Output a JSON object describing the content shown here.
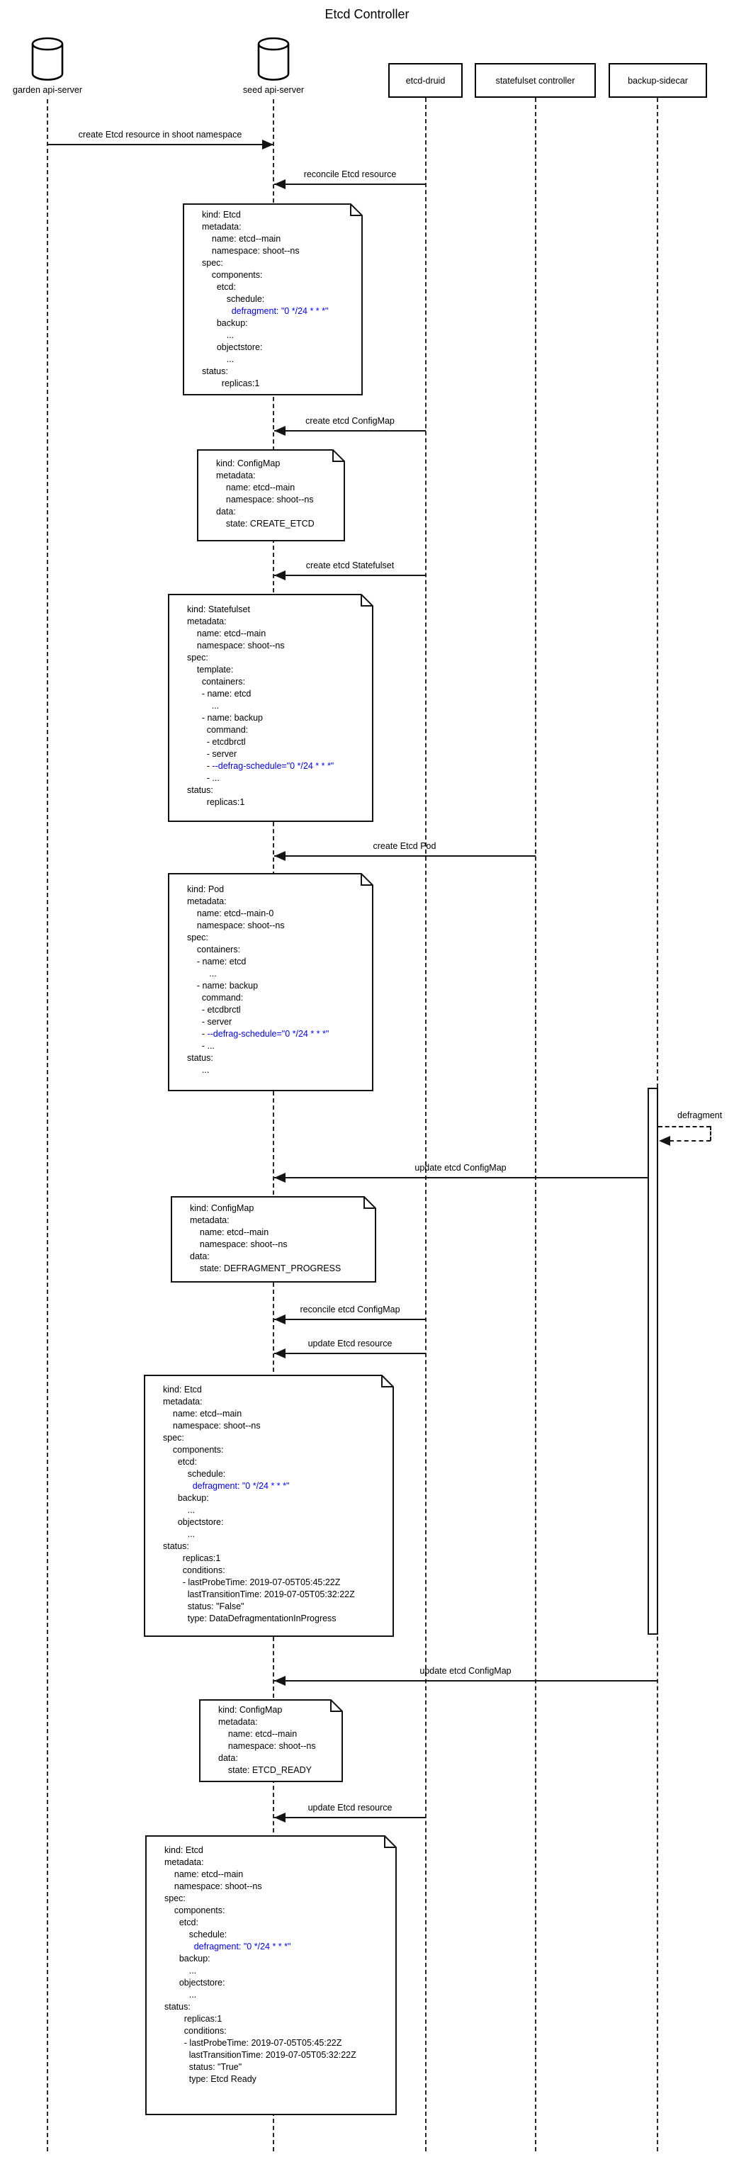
{
  "title": "Etcd Controller",
  "colors": {
    "blue": "#0000FF",
    "stroke": "#141414",
    "background": "#FFFFFF"
  },
  "actors": [
    {
      "id": "garden-api-server",
      "label": "garden api-server",
      "type": "database"
    },
    {
      "id": "seed-api-server",
      "label": "seed api-server",
      "type": "database"
    },
    {
      "id": "etcd-druid",
      "label": "etcd-druid",
      "type": "participant"
    },
    {
      "id": "statefulset-controller",
      "label": "statefulset controller",
      "type": "participant"
    },
    {
      "id": "backup-sidecar",
      "label": "backup-sidecar",
      "type": "participant"
    }
  ],
  "messages": [
    {
      "label": "create Etcd resource in shoot namespace",
      "from": "garden api-server",
      "to": "seed api-server",
      "style": "solid"
    },
    {
      "label": "reconcile Etcd resource",
      "from": "etcd-druid",
      "to": "seed api-server",
      "style": "solid"
    },
    {
      "label": "create etcd ConfigMap",
      "from": "etcd-druid",
      "to": "seed api-server",
      "style": "solid"
    },
    {
      "label": "create etcd Statefulset",
      "from": "etcd-druid",
      "to": "seed api-server",
      "style": "solid"
    },
    {
      "label": "create Etcd Pod",
      "from": "statefulset controller",
      "to": "seed api-server",
      "style": "solid"
    },
    {
      "label": "defragment",
      "from": "backup-sidecar",
      "to": "backup-sidecar",
      "style": "dashed"
    },
    {
      "label": "update etcd ConfigMap",
      "from": "backup-sidecar",
      "to": "seed api-server",
      "style": "solid"
    },
    {
      "label": "reconcile etcd ConfigMap",
      "from": "etcd-druid",
      "to": "seed api-server",
      "style": "solid"
    },
    {
      "label": "update Etcd resource",
      "from": "etcd-druid",
      "to": "seed api-server",
      "style": "solid"
    },
    {
      "label": "update etcd ConfigMap",
      "from": "backup-sidecar",
      "to": "seed api-server",
      "style": "solid"
    },
    {
      "label": "update Etcd resource",
      "from": "etcd-druid",
      "to": "seed api-server",
      "style": "solid"
    }
  ],
  "notes": {
    "etcd_created": {
      "lines": [
        "kind: Etcd",
        "metadata:",
        "    name: etcd--main",
        "    namespace: shoot--ns",
        "spec:",
        "    components:",
        "      etcd:",
        "          schedule:",
        {
          "pre": "            ",
          "blue": "defragment: \"0 */24 * * *\""
        },
        "      backup:",
        "          ...",
        "      objectstore:",
        "          ...",
        "status:",
        "        replicas:1"
      ]
    },
    "configmap_create_etcd": {
      "lines": [
        "kind: ConfigMap",
        "metadata:",
        "    name: etcd--main",
        "    namespace: shoot--ns",
        "data:",
        "    state: CREATE_ETCD"
      ]
    },
    "statefulset": {
      "lines": [
        "kind: Statefulset",
        "metadata:",
        "    name: etcd--main",
        "    namespace: shoot--ns",
        "spec:",
        "    template:",
        "      containers:",
        "      - name: etcd",
        "          ...",
        "      - name: backup",
        "        command:",
        "        - etcdbrctl",
        "        - server",
        {
          "pre": "        - ",
          "blue": "--defrag-schedule=\"0 */24 * * *\""
        },
        "        - ...",
        "status:",
        "        replicas:1"
      ]
    },
    "pod": {
      "lines": [
        "kind: Pod",
        "metadata:",
        "    name: etcd--main-0",
        "    namespace: shoot--ns",
        "spec:",
        "    containers:",
        "    - name: etcd",
        "         ...",
        "    - name: backup",
        "      command:",
        "      - etcdbrctl",
        "      - server",
        {
          "pre": "      - ",
          "blue": "--defrag-schedule=\"0 */24 * * *\""
        },
        "      - ...",
        "status:",
        "      ..."
      ]
    },
    "configmap_defragment_progress": {
      "lines": [
        "kind: ConfigMap",
        "metadata:",
        "    name: etcd--main",
        "    namespace: shoot--ns",
        "data:",
        "    state: DEFRAGMENT_PROGRESS"
      ]
    },
    "etcd_defragmentation_in_progress": {
      "lines": [
        "kind: Etcd",
        "metadata:",
        "    name: etcd--main",
        "    namespace: shoot--ns",
        "spec:",
        "    components:",
        "      etcd:",
        "          schedule:",
        {
          "pre": "            ",
          "blue": "defragment: \"0 */24 * * *\""
        },
        "      backup:",
        "          ...",
        "      objectstore:",
        "          ...",
        "status:",
        "        replicas:1",
        "        conditions:",
        "        - lastProbeTime: 2019-07-05T05:45:22Z",
        "          lastTransitionTime: 2019-07-05T05:32:22Z",
        "          status: \"False\"",
        "          type: DataDefragmentationInProgress"
      ]
    },
    "configmap_etcd_ready": {
      "lines": [
        "kind: ConfigMap",
        "metadata:",
        "    name: etcd--main",
        "    namespace: shoot--ns",
        "data:",
        "    state: ETCD_READY"
      ]
    },
    "etcd_ready": {
      "lines": [
        "kind: Etcd",
        "metadata:",
        "    name: etcd--main",
        "    namespace: shoot--ns",
        "spec:",
        "    components:",
        "      etcd:",
        "          schedule:",
        {
          "pre": "            ",
          "blue": "defragment: \"0 */24 * * *\""
        },
        "      backup:",
        "          ...",
        "      objectstore:",
        "          ...",
        "status:",
        "        replicas:1",
        "        conditions:",
        "        - lastProbeTime: 2019-07-05T05:45:22Z",
        "          lastTransitionTime: 2019-07-05T05:32:22Z",
        "          status: \"True\"",
        "          type: Etcd Ready"
      ]
    }
  }
}
